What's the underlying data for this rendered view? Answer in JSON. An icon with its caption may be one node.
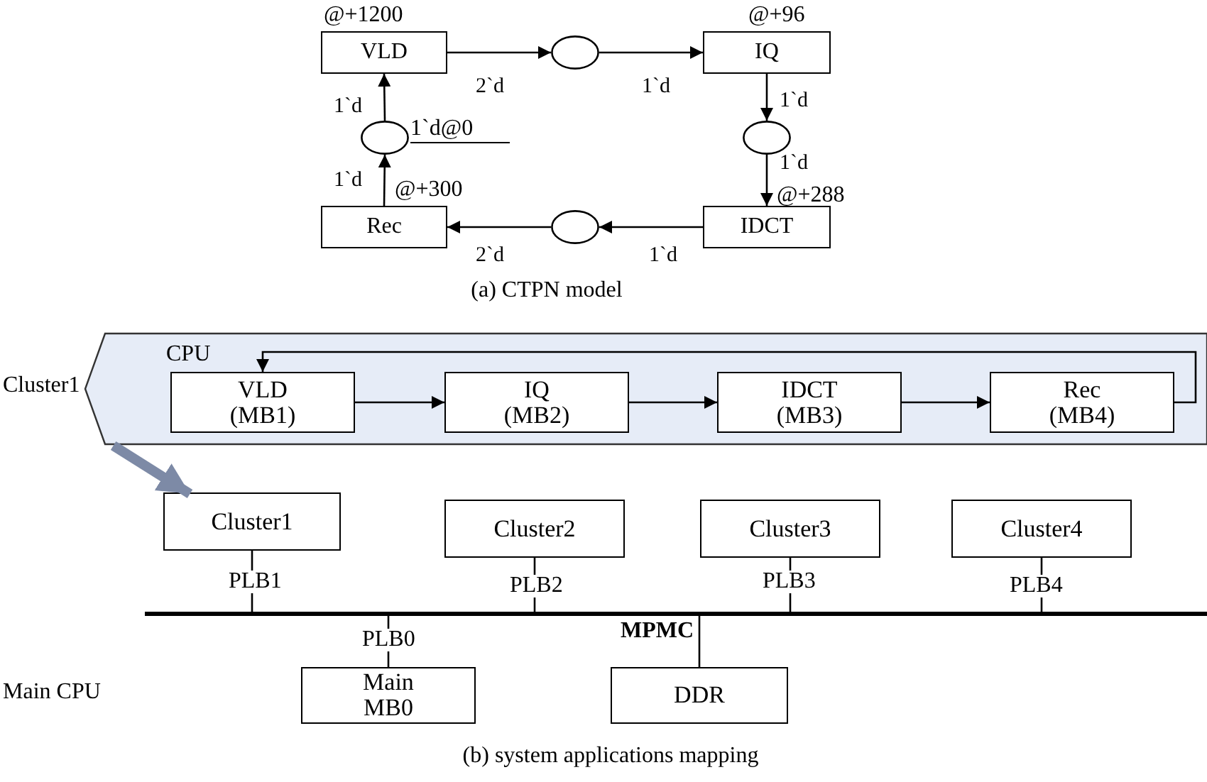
{
  "diagram": {
    "nodes": [
      {
        "text": [
          "VLD"
        ],
        "beside": [
          "@+1200"
        ]
      },
      {
        "text": [],
        "shape": "circle"
      },
      {
        "text": [
          "IQ"
        ],
        "beside": [
          "@+96"
        ]
      },
      {
        "text": [],
        "shape": "circle"
      },
      {
        "text": [
          "IDCT"
        ],
        "beside": [
          "@+288"
        ]
      },
      {
        "text": [],
        "shape": "circle"
      },
      {
        "text": [
          "Rec"
        ],
        "beside": [
          "@+300"
        ]
      },
      {
        "text": [],
        "shape": "circle",
        "beside": [
          "1`d@0"
        ]
      },
      {
        "text": [
          "Cluster1",
          "CPU"
        ]
      },
      {
        "text": [
          "VLD (MB1)"
        ],
        "in": 8
      },
      {
        "text": [
          "IQ (MB2)"
        ],
        "in": 8
      },
      {
        "text": [
          "IDCT (MB3)"
        ],
        "in": 8
      },
      {
        "text": [
          "Rec (MB4)"
        ],
        "in": 8
      },
      {
        "text": [
          "Cluster1"
        ]
      },
      {
        "text": [
          "Cluster2"
        ]
      },
      {
        "text": [
          "Cluster3"
        ]
      },
      {
        "text": [
          "Cluster4"
        ]
      },
      {
        "text": [],
        "shape": "bar"
      },
      {
        "text": [
          "Main MB0"
        ]
      },
      {
        "text": [
          "DDR"
        ]
      }
    ],
    "edges": [
      {
        "from": 0,
        "to": 1,
        "arrow": "to",
        "label": "2`d"
      },
      {
        "from": 1,
        "to": 2,
        "arrow": "to",
        "label": "1`d"
      },
      {
        "from": 2,
        "to": 3,
        "arrow": "to",
        "label": "1`d"
      },
      {
        "from": 3,
        "to": 4,
        "arrow": "to",
        "label": "1`d"
      },
      {
        "from": 4,
        "to": 5,
        "arrow": "to",
        "label": "1`d"
      },
      {
        "from": 5,
        "to": 6,
        "arrow": "to",
        "label": "2`d"
      },
      {
        "from": 6,
        "to": 7,
        "arrow": "to",
        "label": "1`d"
      },
      {
        "from": 7,
        "to": 0,
        "arrow": "to",
        "label": "1`d"
      },
      {
        "from": 9,
        "to": 10,
        "arrow": "to"
      },
      {
        "from": 10,
        "to": 11,
        "arrow": "to"
      },
      {
        "from": 11,
        "to": 12,
        "arrow": "to"
      },
      {
        "from": 12,
        "to": 9,
        "arrow": "to"
      },
      {
        "from": 8,
        "to": 13,
        "arrow": "to",
        "style": "thick",
        "color": "#7d8aa6"
      },
      {
        "from": 13,
        "to": 17,
        "arrow": "none",
        "label": "PLB1"
      },
      {
        "from": 14,
        "to": 17,
        "arrow": "none",
        "label": "PLB2"
      },
      {
        "from": 15,
        "to": 17,
        "arrow": "none",
        "label": "PLB3"
      },
      {
        "from": 16,
        "to": 17,
        "arrow": "none",
        "label": "PLB4"
      },
      {
        "from": 17,
        "to": 18,
        "arrow": "none",
        "label": "PLB0"
      },
      {
        "from": 17,
        "to": 19,
        "arrow": "none",
        "label": "MPMC"
      }
    ],
    "labels": [
      "(a) CTPN model",
      "Main CPU",
      "(b) system applications mapping"
    ]
  }
}
